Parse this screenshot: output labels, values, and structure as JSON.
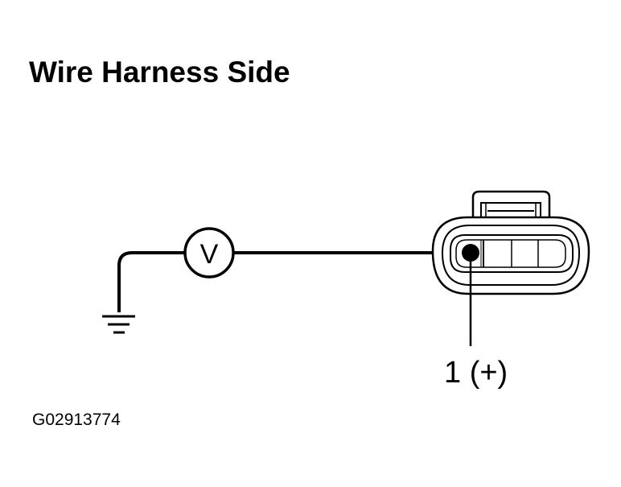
{
  "title": "Wire Harness Side",
  "meter": {
    "symbol": "V",
    "icon": "voltmeter-icon"
  },
  "ground": {
    "icon": "ground-symbol-icon"
  },
  "connector": {
    "icon": "connector-icon",
    "pin_label": "1 (+)"
  },
  "figure_code": "G02913774",
  "colors": {
    "line": "#000000",
    "background": "#ffffff"
  }
}
